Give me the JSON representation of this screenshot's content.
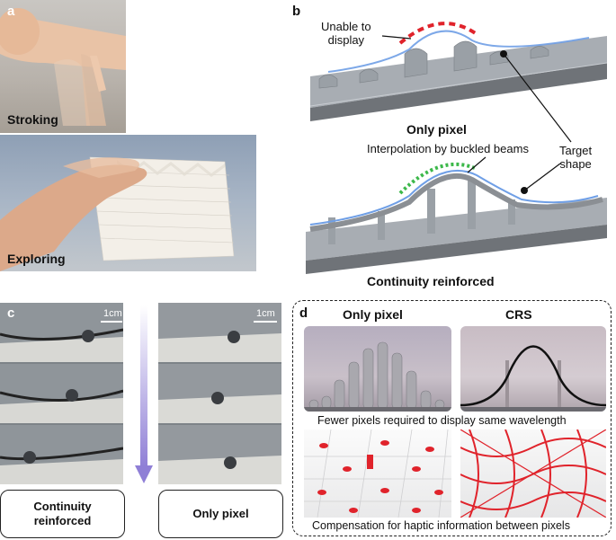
{
  "panel_a": {
    "letter": "a",
    "top_label": "Stroking",
    "bottom_label": "Exploring"
  },
  "panel_b": {
    "letter": "b",
    "callout_unable": "Unable to display",
    "callout_unable_l1": "Unable to",
    "callout_unable_l2": "display",
    "callout_target_l1": "Target",
    "callout_target_l2": "shape",
    "top_title": "Only pixel",
    "interp_label": "Interpolation by buckled beams",
    "bottom_title": "Continuity reinforced"
  },
  "panel_c": {
    "letter": "c",
    "scale_left": "1cm",
    "scale_right": "1cm",
    "box_left_l1": "Continuity",
    "box_left_l2": "reinforced",
    "box_right": "Only pixel"
  },
  "panel_d": {
    "letter": "d",
    "col_left": "Only pixel",
    "col_right": "CRS",
    "caption_top": "Fewer pixels required to display same wavelength",
    "caption_bottom": "Compensation for haptic information between pixels"
  },
  "colors": {
    "pixel_red": "#e0232b",
    "interp_green": "#3cb84a",
    "target_blue": "#6f9fe6",
    "arrow_purple": "#8f7fd6"
  }
}
